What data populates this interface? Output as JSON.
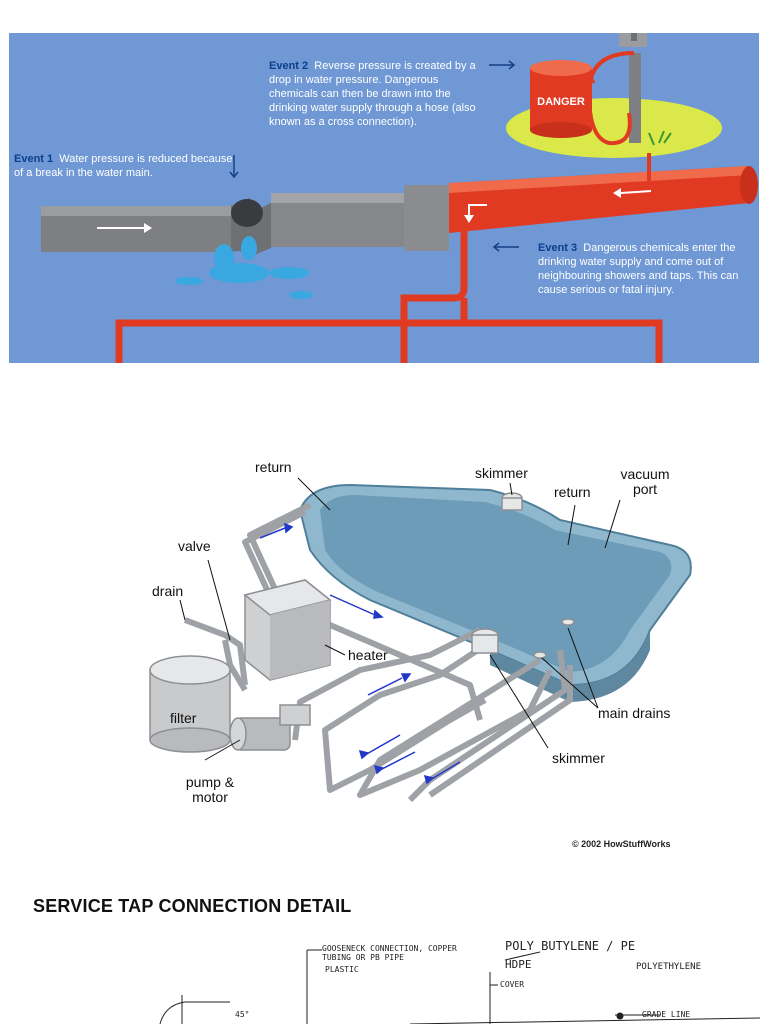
{
  "panel1": {
    "event2": {
      "tag": "Event 2",
      "text": "Reverse pressure is created by a drop in water pressure. Dangerous chemicals can then be drawn into the drinking water supply through a hose (also known as a cross connection)."
    },
    "event1": {
      "tag": "Event 1",
      "text": "Water pressure is reduced because of a break in the water main."
    },
    "event3": {
      "tag": "Event 3",
      "text": "Dangerous chemicals enter the drinking water supply and come out of neighbouring showers and taps. This can cause serious or fatal injury."
    },
    "danger": "DANGER",
    "colors": {
      "background": "#6f98d4",
      "pipe_gray": "#7d7f83",
      "pipe_red": "#e03a22",
      "tag": "#0b3f8f"
    }
  },
  "panel2": {
    "labels": {
      "return_top": "return",
      "skimmer_top": "skimmer",
      "return_right": "return",
      "vacuum_port": "vacuum port",
      "valve": "valve",
      "drain": "drain",
      "heater": "heater",
      "filter": "filter",
      "main_drains": "main drains",
      "skimmer_bottom": "skimmer",
      "pump_motor": "pump & motor"
    },
    "copyright": "© 2002 HowStuffWorks"
  },
  "panel3": {
    "title": "SERVICE TAP CONNECTION DETAIL",
    "notes": {
      "gooseneck": "GOOSENECK CONNECTION, COPPER TUBING OR PB PIPE",
      "plastic": "PLASTIC",
      "poly": "POLY BUTYLENE / PE",
      "hdpe": "HDPE",
      "polyethylene": "POLYETHYLENE",
      "cover": "COVER",
      "grade_line": "GRADE LINE",
      "angle": "45°"
    }
  }
}
